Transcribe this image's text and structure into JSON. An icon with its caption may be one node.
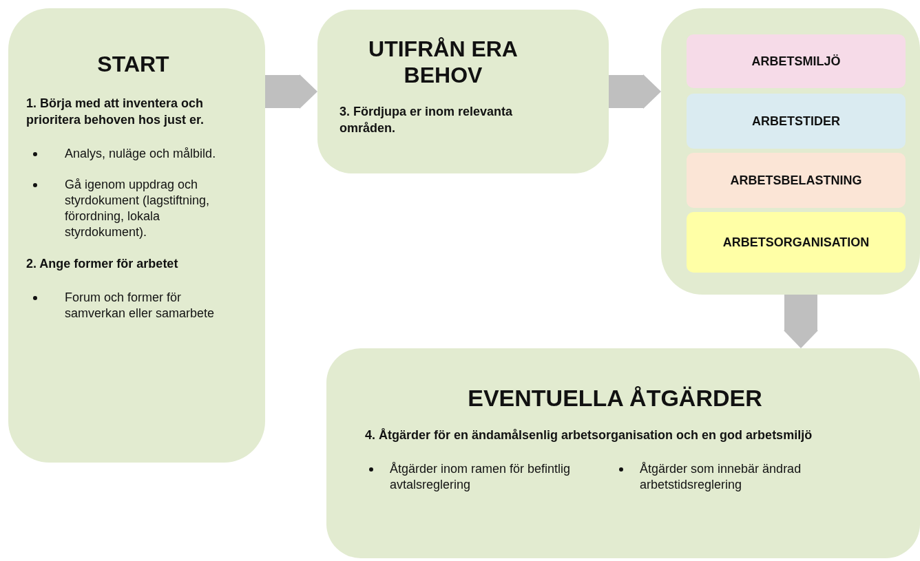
{
  "diagram": {
    "nodes": [
      {
        "text": [
          "START",
          "1. Börja med att inventera och prioritera behoven hos just er.",
          "Analys, nuläge och målbild.",
          "Gå igenom uppdrag och styrdokument (lagstiftning, förordning, lokala styrdokument).",
          "2. Ange former för arbetet",
          "Forum och former för samverkan eller samarbete"
        ]
      },
      {
        "text": [
          "UTIFRÅN ERA BEHOV",
          "3. Fördjupa er inom relevanta områden."
        ]
      },
      {
        "text": [],
        "shape": "box"
      },
      {
        "text": [
          "ARBETSMILJÖ"
        ],
        "in": 2
      },
      {
        "text": [
          "ARBETSTIDER"
        ],
        "in": 2
      },
      {
        "text": [
          "ARBETSBELASTNING"
        ],
        "in": 2
      },
      {
        "text": [
          "ARBETSORGANISATION"
        ],
        "in": 2
      },
      {
        "text": [
          "EVENTUELLA ÅTGÄRDER",
          "4. Åtgärder för en ändamålsenlig arbetsorganisation och en god arbetsmiljö",
          "Åtgärder inom ramen för befintlig avtalsreglering",
          "Åtgärder som innebär ändrad arbetstidsreglering"
        ]
      }
    ],
    "edges": [
      {
        "from": 0,
        "to": 1,
        "arrow": "to"
      },
      {
        "from": 1,
        "to": 2,
        "arrow": "to"
      },
      {
        "from": 2,
        "to": 7,
        "arrow": "to"
      }
    ]
  }
}
